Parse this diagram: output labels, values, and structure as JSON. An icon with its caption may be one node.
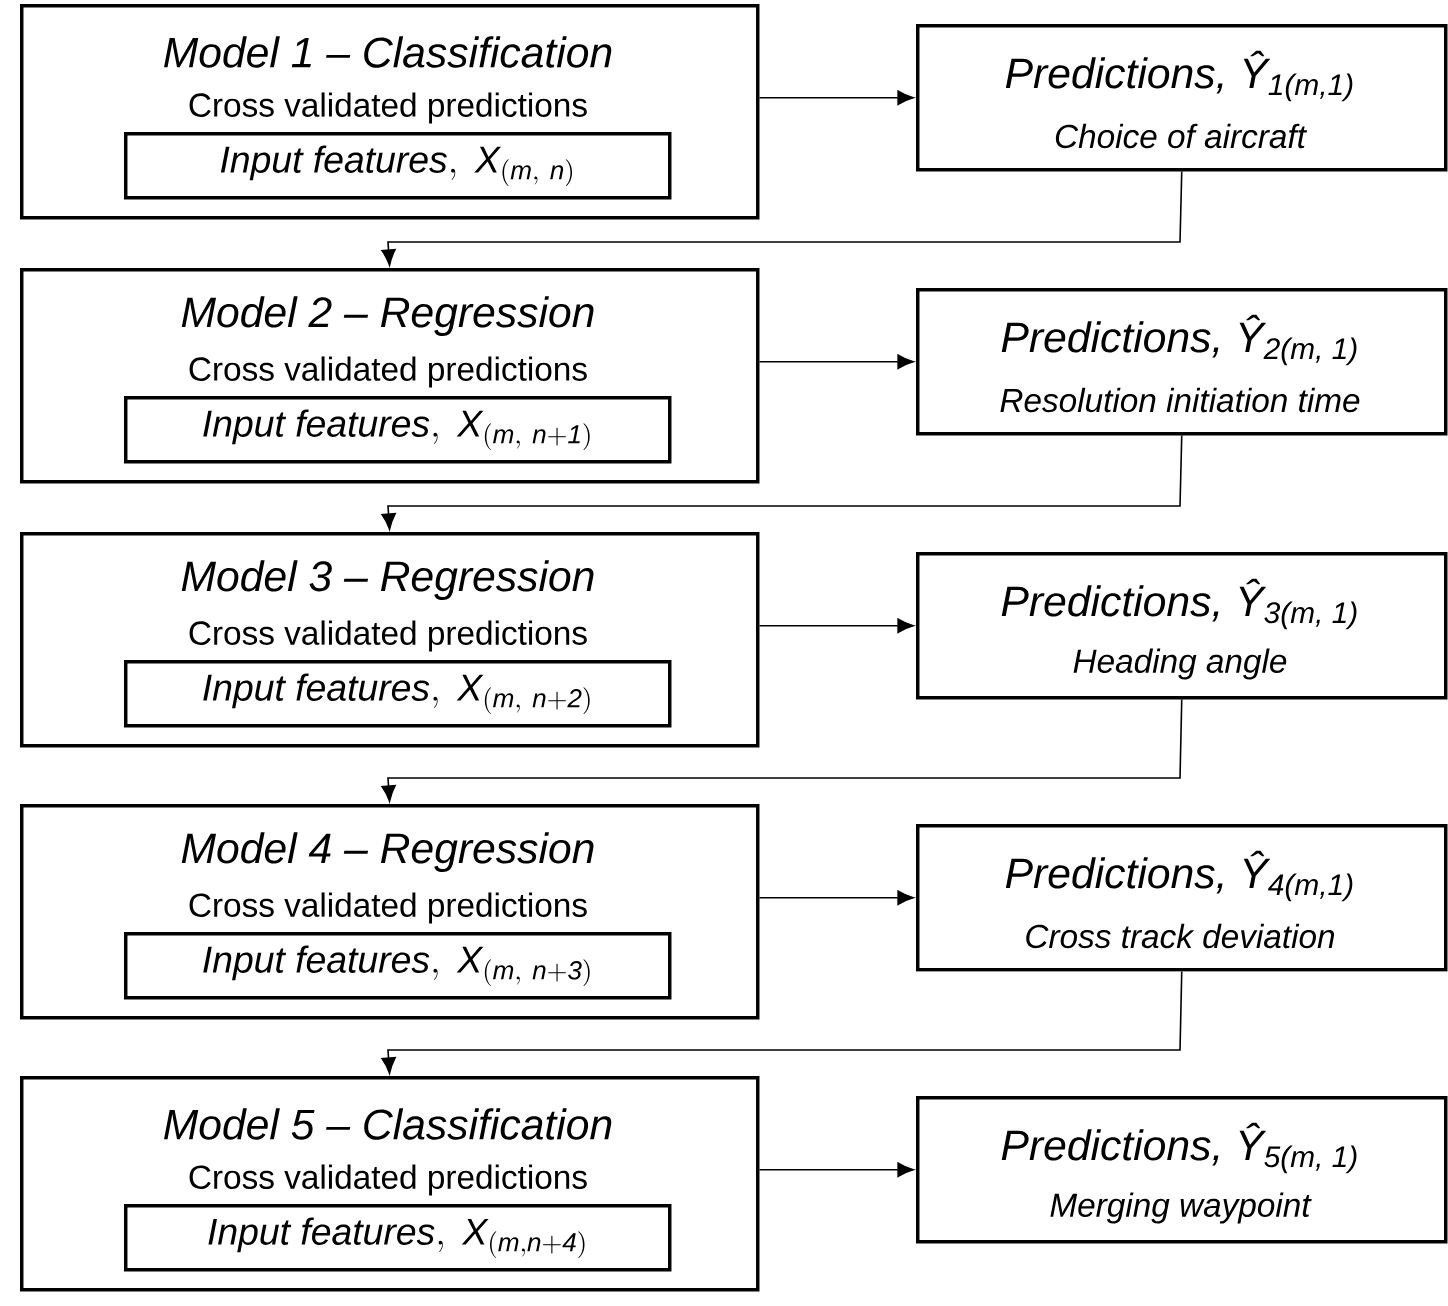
{
  "diagram": {
    "nodes": [
      {
        "text": [
          "Model 1 – Classification",
          "Cross validated predictions"
        ]
      },
      {
        "text": [
          "\\mathit{Input\\ features,\\ X_{(m,\\ n)}}"
        ],
        "in": 0
      },
      {
        "text": [
          "Predictions, Ŷ$_{1(m,1)}$",
          "Choice of aircraft"
        ]
      },
      {
        "text": [
          "Model 2 – Regression",
          "Cross validated predictions"
        ]
      },
      {
        "text": [
          "\\mathit{Input\\ features,\\ X_{(m,\\ n+1)}}"
        ],
        "in": 3
      },
      {
        "text": [
          "Predictions, Ŷ$_{2(m, 1)}$",
          "Resolution initiation time"
        ]
      },
      {
        "text": [
          "Model 3 – Regression",
          "Cross validated predictions"
        ]
      },
      {
        "text": [
          "\\mathit{Input\\ features,\\ X_{(m,\\ n+2)}}"
        ],
        "in": 6
      },
      {
        "text": [
          "Predictions, Ŷ$_{3(m, 1)}$",
          "Heading angle"
        ]
      },
      {
        "text": [
          "Model 4 – Regression",
          "Cross validated predictions"
        ]
      },
      {
        "text": [
          "\\mathit{Input\\ features,\\ X_{(m,\\ n+3)}}"
        ],
        "in": 9
      },
      {
        "text": [
          "Predictions, Ŷ$_{4(m,1)}$",
          "Cross track deviation"
        ]
      },
      {
        "text": [
          "Model 5 – Classification",
          "Cross validated predictions"
        ]
      },
      {
        "text": [
          "\\mathit{Input\\ features,\\ X_{(m,n+4)}}"
        ],
        "in": 12
      },
      {
        "text": [
          "Predictions, Ŷ$_{5(m, 1)}$",
          "Merging waypoint"
        ]
      }
    ],
    "edges": [
      {
        "from": 0,
        "to": 2,
        "arrow": "to"
      },
      {
        "from": 2,
        "to": 3,
        "arrow": "to"
      },
      {
        "from": 3,
        "to": 5,
        "arrow": "to"
      },
      {
        "from": 5,
        "to": 6,
        "arrow": "to"
      },
      {
        "from": 6,
        "to": 8,
        "arrow": "to"
      },
      {
        "from": 8,
        "to": 9,
        "arrow": "to"
      },
      {
        "from": 9,
        "to": 11,
        "arrow": "to"
      },
      {
        "from": 11,
        "to": 12,
        "arrow": "to"
      },
      {
        "from": 12,
        "to": 14,
        "arrow": "to"
      }
    ]
  }
}
